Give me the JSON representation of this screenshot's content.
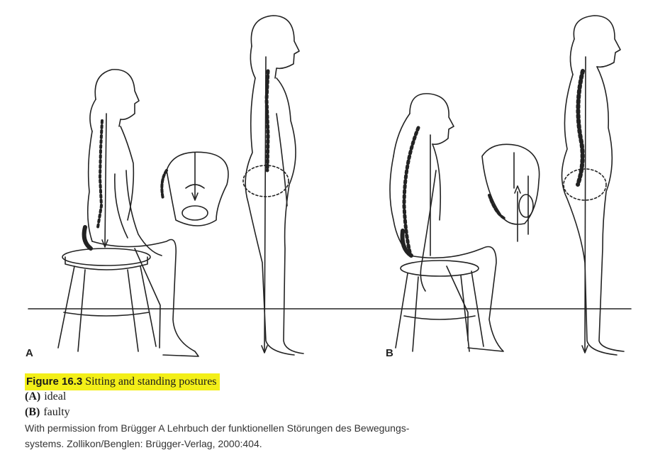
{
  "figure": {
    "panel_a_label": "A",
    "panel_b_label": "B"
  },
  "caption": {
    "figure_number": "Figure 16.3",
    "title": "Sitting and standing postures",
    "items": [
      {
        "label": "(A)",
        "text": "ideal"
      },
      {
        "label": "(B)",
        "text": "faulty"
      }
    ],
    "credit_line1": "With permission from Brügger A Lehrbuch der funktionellen Störungen des Bewegungs-",
    "credit_line2": "systems. Zollikon/Benglen: Brügger-Verlag, 2000:404."
  }
}
